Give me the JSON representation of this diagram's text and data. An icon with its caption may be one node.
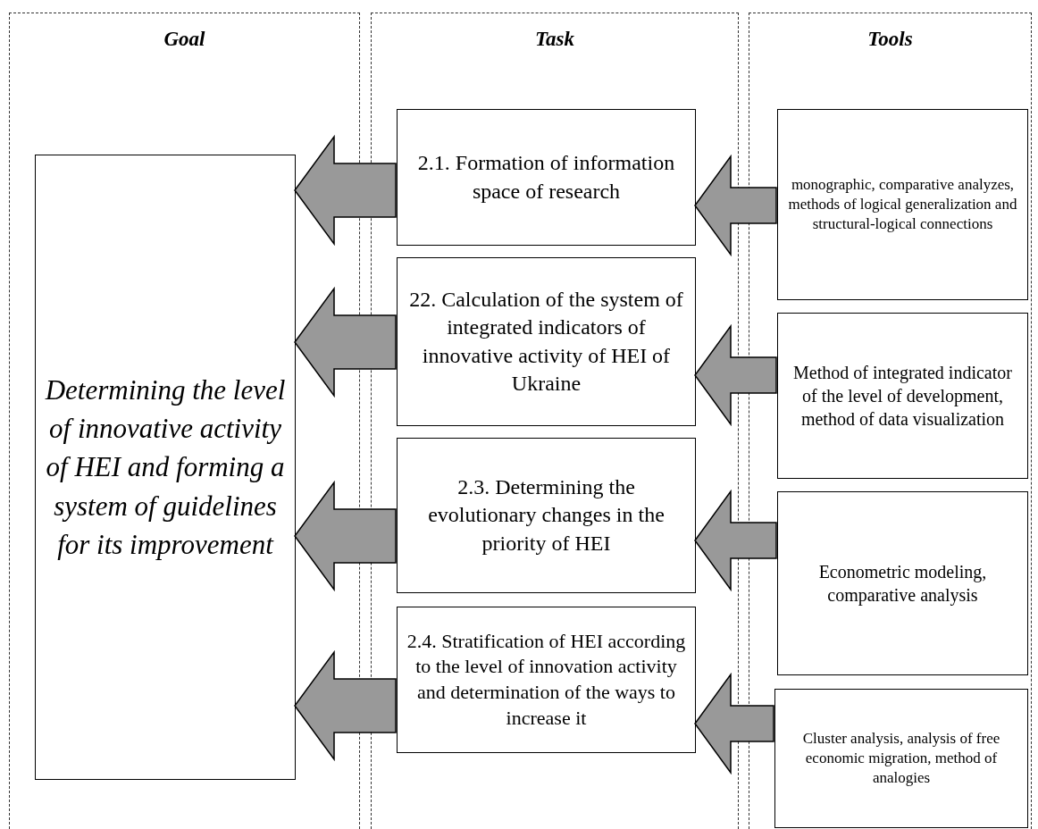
{
  "diagram": {
    "nodes": [
      {
        "text": [
          "Goal"
        ]
      },
      {
        "text": [
          "Task"
        ]
      },
      {
        "text": [
          "Tools"
        ]
      },
      {
        "text": [
          "Determining the level of innovative activity of  HEI and forming a system of guidelines for its improvement"
        ],
        "in": 0
      },
      {
        "text": [
          "2.1. Formation of information space of research"
        ],
        "in": 1
      },
      {
        "text": [
          "22. Calculation of the system of integrated indicators of innovative activity of HEI of Ukraine"
        ],
        "in": 1
      },
      {
        "text": [
          "2.3. Determining the evolutionary changes in the priority of HEI"
        ],
        "in": 1
      },
      {
        "text": [
          "2.4. Stratification of  HEI according to the level of innovation activity and determination of the ways to increase it"
        ],
        "in": 1
      },
      {
        "text": [
          "monographic, comparative analyzes, methods of logical generalization and structural-logical connections"
        ],
        "in": 2
      },
      {
        "text": [
          "Method of integrated indicator of the level of development, method of data visualization"
        ],
        "in": 2
      },
      {
        "text": [
          "Econometric modeling, comparative analysis"
        ],
        "in": 2
      },
      {
        "text": [
          "Cluster analysis, analysis of free economic migration, method of analogies"
        ],
        "in": 2
      }
    ],
    "edges": [
      {
        "from": 8,
        "to": 4,
        "arrow": "to"
      },
      {
        "from": 4,
        "to": 3,
        "arrow": "to"
      },
      {
        "from": 9,
        "to": 5,
        "arrow": "to"
      },
      {
        "from": 5,
        "to": 3,
        "arrow": "to"
      },
      {
        "from": 10,
        "to": 6,
        "arrow": "to"
      },
      {
        "from": 6,
        "to": 3,
        "arrow": "to"
      },
      {
        "from": 11,
        "to": 7,
        "arrow": "to"
      },
      {
        "from": 7,
        "to": 3,
        "arrow": "to"
      }
    ]
  }
}
